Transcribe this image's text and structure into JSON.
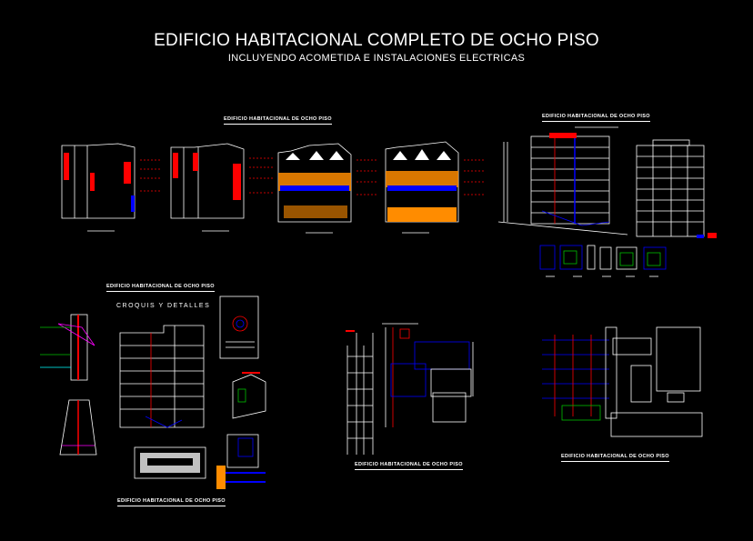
{
  "drawing": {
    "title": "EDIFICIO HABITACIONAL COMPLETO DE OCHO PISO",
    "subtitle": "INCLUYENDO ACOMETIDA E INSTALACIONES ELECTRICAS"
  },
  "sheets": [
    {
      "label": "EDIFICIO HABITACIONAL DE OCHO PISO"
    },
    {
      "label": "EDIFICIO HABITACIONAL DE OCHO PISO"
    },
    {
      "label": "EDIFICIO HABITACIONAL DE OCHO PISO"
    },
    {
      "label": "EDIFICIO HABITACIONAL DE OCHO PISO"
    },
    {
      "label": "EDIFICIO HABITACIONAL DE OCHO PISO"
    },
    {
      "label": "EDIFICIO HABITACIONAL DE OCHO PISO"
    }
  ],
  "details": {
    "croquis_label": "CROQUIS Y  DETALLES"
  },
  "colors": {
    "background": "#000000",
    "lines": "#ffffff",
    "wiring": "#0000ff",
    "equipment": "#ff0000",
    "accent": "#ff8c00",
    "green": "#00c000",
    "cyan": "#00ffff",
    "magenta": "#ff00ff"
  }
}
